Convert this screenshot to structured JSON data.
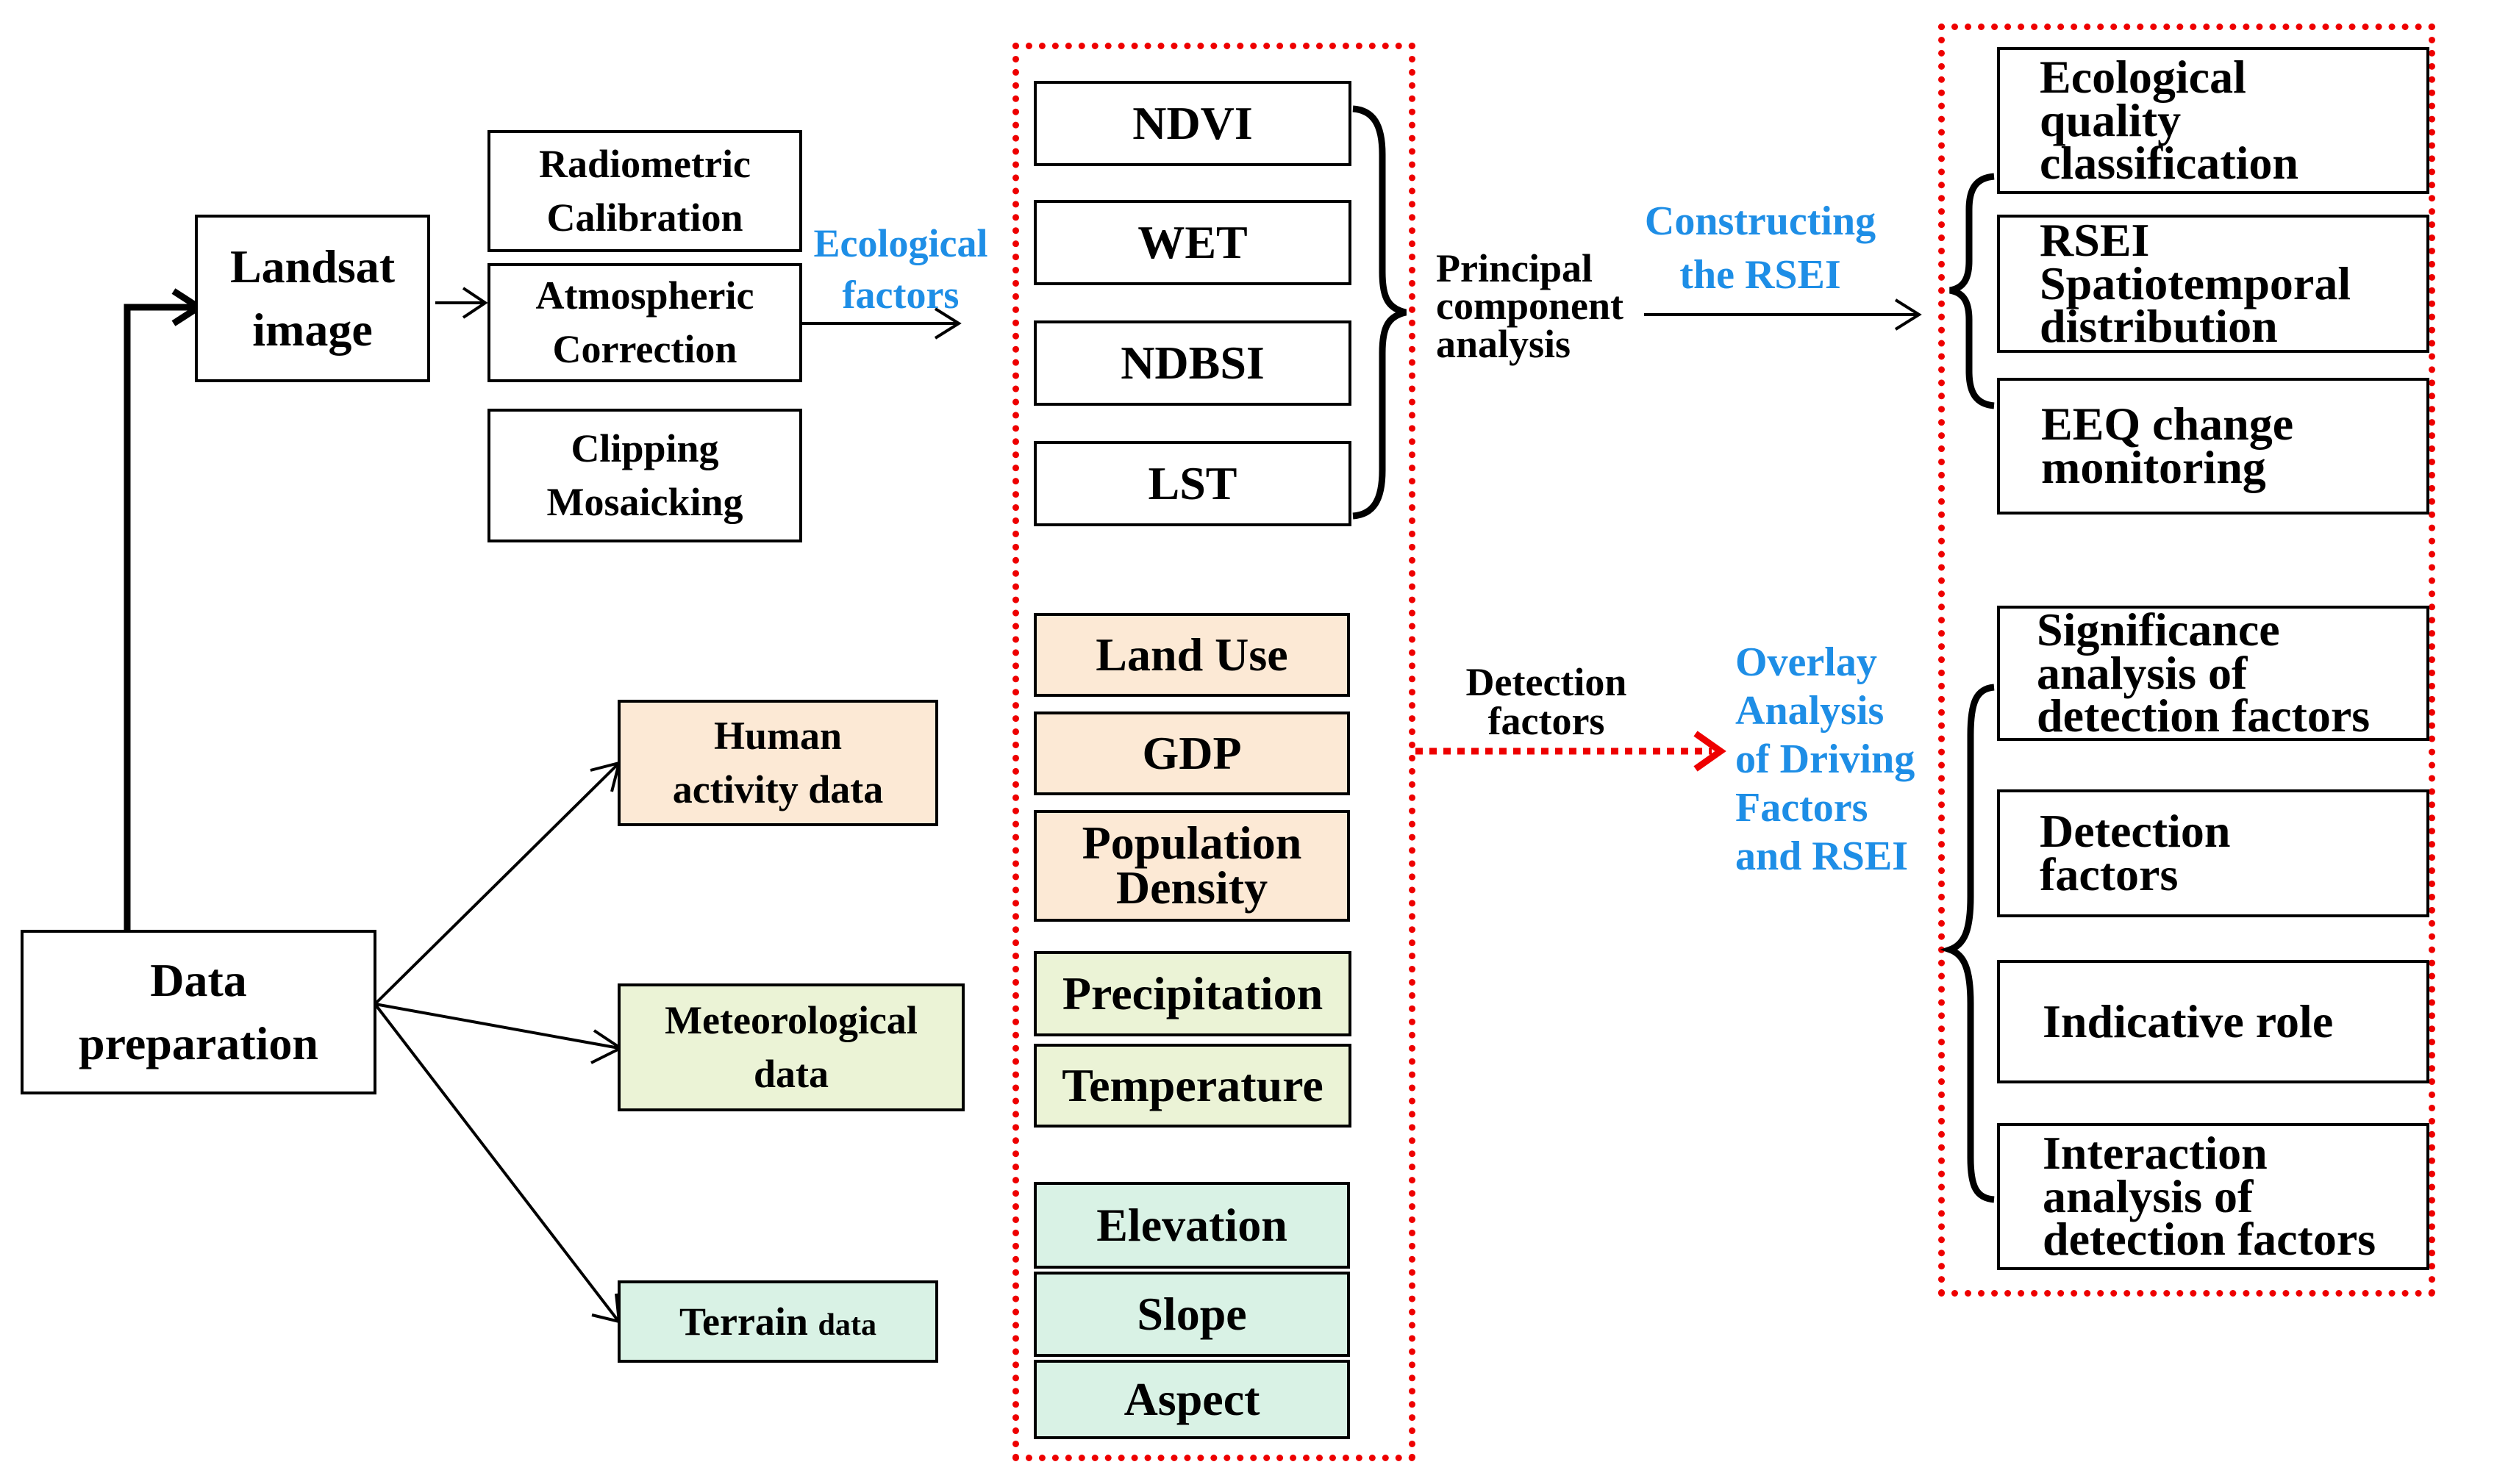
{
  "data_preparation": "Data\npreparation",
  "landsat_image": "Landsat\nimage",
  "preprocessing": {
    "radiometric": "Radiometric\nCalibration",
    "atmospheric": "Atmospheric\nCorrection",
    "clipping": "Clipping\nMosaicking"
  },
  "ecological_factors_label": "Ecological\nfactors",
  "indices": {
    "ndvi": "NDVI",
    "wet": "WET",
    "ndbsi": "NDBSI",
    "lst": "LST"
  },
  "human_activity_data": "Human\nactivity data",
  "meteorological_data": "Meteorological\ndata",
  "terrain_data": {
    "main": "Terrain ",
    "suffix": "data"
  },
  "detection_factor_boxes": {
    "land_use": "Land Use",
    "gdp": "GDP",
    "population_density": "Population\nDensity",
    "precipitation": "Precipitation",
    "temperature": "Temperature",
    "elevation": "Elevation",
    "slope": "Slope",
    "aspect": "Aspect"
  },
  "pca_label": "Principal\ncomponent\nanalysis",
  "constructing_rsei_label": "Constructing\nthe RSEI",
  "detection_factors_label": "Detection\nfactors",
  "overlay_label": "Overlay\nAnalysis\nof Driving\nFactors\nand RSEI",
  "rsei_outputs": {
    "ecological_quality": "Ecological\nquality\nclassification",
    "spatiotemporal": "RSEI\nSpatiotemporal\ndistribution",
    "eeq_change": "EEQ change\nmonitoring"
  },
  "driving_outputs": {
    "significance": "Significance\nanalysis of\ndetection factors",
    "detection_factors": "Detection\nfactors",
    "indicative_role": "Indicative role",
    "interaction": "Interaction\nanalysis of\ndetection factors"
  },
  "colors": {
    "human": "#fce9d5",
    "meteorological": "#ebf3d6",
    "terrain": "#d9f2e5",
    "accent_blue": "#1e8ee6",
    "dashed_red": "#ee0000"
  }
}
